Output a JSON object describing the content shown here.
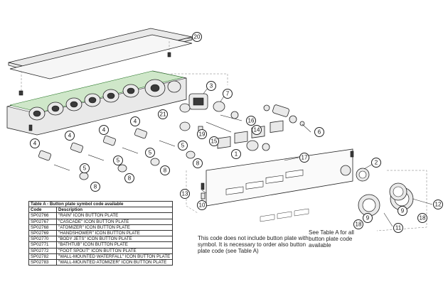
{
  "callouts": {
    "c1": "1",
    "c2": "2",
    "c3": "3",
    "c4": "4",
    "c5": "5",
    "c6": "6",
    "c7": "7",
    "c8": "8",
    "c9": "9",
    "c10": "10",
    "c11": "11",
    "c12": "12",
    "c13": "13",
    "c14": "14",
    "c15": "15",
    "c16": "16",
    "c17": "17",
    "c18": "18",
    "c19": "19",
    "c20": "20",
    "c21": "21"
  },
  "table_a": {
    "title": "Table A - Button plate symbol code available",
    "headers": [
      "Code",
      "Description"
    ],
    "rows": [
      [
        "SP02766",
        "\"RAIN\" ICON BUTTON PLATE"
      ],
      [
        "SP02767",
        "\"CASCADE\" ICON BUTTON PLATE"
      ],
      [
        "SP02768",
        "\"ATOMIZER\" ICON BUTTON PLATE"
      ],
      [
        "SP02769",
        "\"HANDSHOWER\" ICON BUTTON PLATE"
      ],
      [
        "SP02770",
        "\"BODY JETS\" ICON BUTTON PLATE"
      ],
      [
        "SP02771",
        "\"BATHTUB\" ICON BUTTON PLATE"
      ],
      [
        "SP02772",
        "\"FOOT SPOUT\" ICON BUTTON PLATE"
      ],
      [
        "SP02782",
        "\"WALL-MOUNTED WATERFALL\" ICON BUTTON PLATE"
      ],
      [
        "SP02783",
        "\"WALL-MOUNTED ATOMIZER\" ICON BUTTON PLATE"
      ]
    ]
  },
  "notes": {
    "left": "This code does not include button plate with symbol. It is necessary to order also button plate code (see Table A)",
    "right": "See Table A for all button plate code available"
  }
}
